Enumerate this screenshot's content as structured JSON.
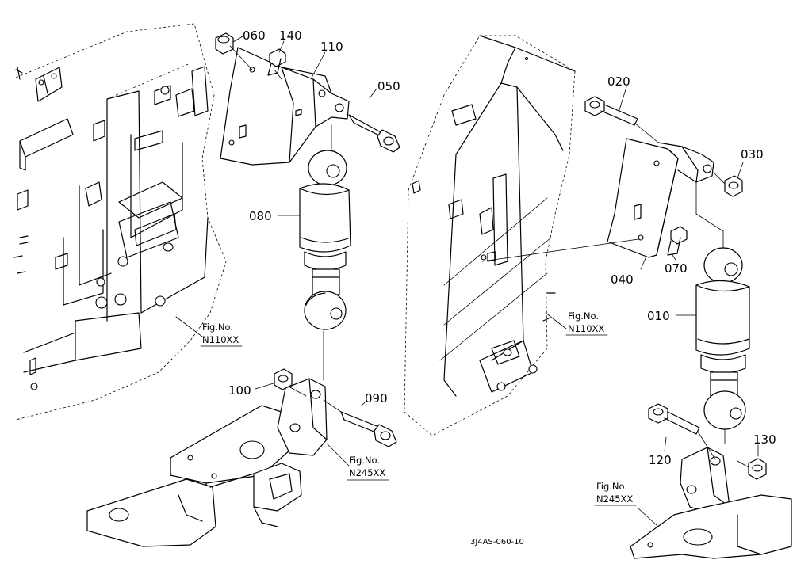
{
  "callouts": {
    "p060": "060",
    "p140": "140",
    "p110": "110",
    "p050": "050",
    "p080": "080",
    "p100": "100",
    "p090": "090",
    "p020": "020",
    "p030": "030",
    "p070": "070",
    "p040": "040",
    "p010": "010",
    "p120": "120",
    "p130": "130"
  },
  "figure_refs": {
    "left_frame": {
      "line1": "Fig.No.",
      "line2": "N110XX"
    },
    "center_frame": {
      "line1": "Fig.No.",
      "line2": "N110XX"
    },
    "left_bracket": {
      "line1": "Fig.No.",
      "line2": "N245XX"
    },
    "right_bracket": {
      "line1": "Fig.No.",
      "line2": "N245XX"
    }
  },
  "drawing_code": "3J4AS-060-10"
}
